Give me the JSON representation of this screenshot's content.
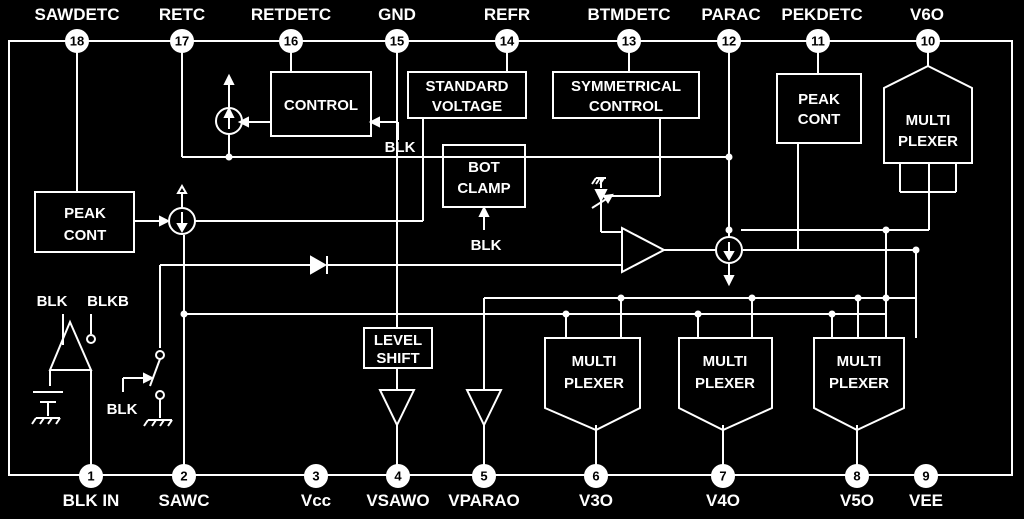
{
  "pins_top": [
    {
      "num": "18",
      "label": "SAWDETC"
    },
    {
      "num": "17",
      "label": "RETC"
    },
    {
      "num": "16",
      "label": "RETDETC"
    },
    {
      "num": "15",
      "label": "GND"
    },
    {
      "num": "14",
      "label": "REFR"
    },
    {
      "num": "13",
      "label": "BTMDETC"
    },
    {
      "num": "12",
      "label": "PARAC"
    },
    {
      "num": "11",
      "label": "PEKDETC"
    },
    {
      "num": "10",
      "label": "V6O"
    }
  ],
  "pins_bottom": [
    {
      "num": "1",
      "label": "BLK IN"
    },
    {
      "num": "2",
      "label": "SAWC"
    },
    {
      "num": "3",
      "label": "Vcc"
    },
    {
      "num": "4",
      "label": "VSAWO"
    },
    {
      "num": "5",
      "label": "VPARAO"
    },
    {
      "num": "6",
      "label": "V3O"
    },
    {
      "num": "7",
      "label": "V4O"
    },
    {
      "num": "8",
      "label": "V5O"
    },
    {
      "num": "9",
      "label": "VEE"
    }
  ],
  "blocks": {
    "control": [
      "CONTROL"
    ],
    "standard_voltage": [
      "STANDARD",
      "VOLTAGE"
    ],
    "symmetrical_control": [
      "SYMMETRICAL",
      "CONTROL"
    ],
    "peak_cont_right": [
      "PEAK",
      "CONT"
    ],
    "multiplexer_top": [
      "MULTI",
      "PLEXER"
    ],
    "bot_clamp": [
      "BOT",
      "CLAMP"
    ],
    "peak_cont_left": [
      "PEAK",
      "CONT"
    ],
    "level_shift": [
      "LEVEL",
      "SHIFT"
    ],
    "multiplexer_1": [
      "MULTI",
      "PLEXER"
    ],
    "multiplexer_2": [
      "MULTI",
      "PLEXER"
    ],
    "multiplexer_3": [
      "MULTI",
      "PLEXER"
    ]
  },
  "signals": {
    "blk_control": "BLK",
    "blk_clamp": "BLK",
    "blk_buffer": "BLK",
    "blkb_buffer": "BLKB",
    "blk_switch": "BLK"
  }
}
